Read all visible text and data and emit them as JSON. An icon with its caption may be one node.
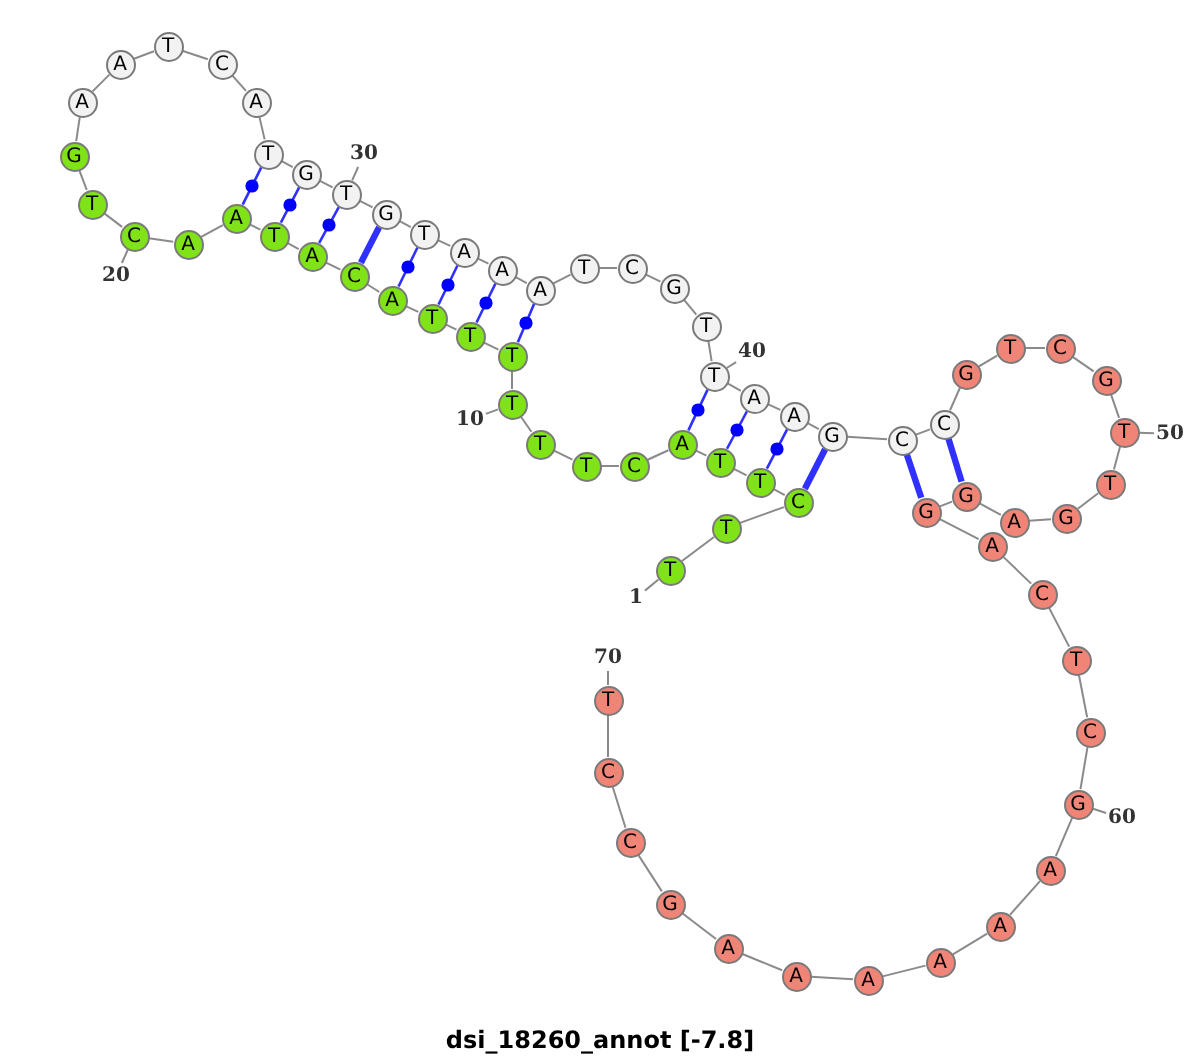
{
  "diagram": {
    "title": "dsi_18260_annot [-7.8]",
    "nodes": [
      {
        "text": [
          "T"
        ]
      },
      {
        "text": [
          "T"
        ]
      },
      {
        "text": [
          "C"
        ]
      },
      {
        "text": [
          "T"
        ]
      },
      {
        "text": [
          "T"
        ]
      },
      {
        "text": [
          "A"
        ]
      },
      {
        "text": [
          "C"
        ]
      },
      {
        "text": [
          "T"
        ]
      },
      {
        "text": [
          "T"
        ]
      },
      {
        "text": [
          "T"
        ]
      },
      {
        "text": [
          "T"
        ]
      },
      {
        "text": [
          "T"
        ]
      },
      {
        "text": [
          "T"
        ]
      },
      {
        "text": [
          "A"
        ]
      },
      {
        "text": [
          "C"
        ]
      },
      {
        "text": [
          "A"
        ]
      },
      {
        "text": [
          "T"
        ]
      },
      {
        "text": [
          "A"
        ]
      },
      {
        "text": [
          "A"
        ]
      },
      {
        "text": [
          "C"
        ]
      },
      {
        "text": [
          "T"
        ]
      },
      {
        "text": [
          "G"
        ]
      },
      {
        "text": [
          "A"
        ]
      },
      {
        "text": [
          "A"
        ]
      },
      {
        "text": [
          "T"
        ]
      },
      {
        "text": [
          "C"
        ]
      },
      {
        "text": [
          "A"
        ]
      },
      {
        "text": [
          "T"
        ]
      },
      {
        "text": [
          "G"
        ]
      },
      {
        "text": [
          "T"
        ]
      },
      {
        "text": [
          "G"
        ]
      },
      {
        "text": [
          "T"
        ]
      },
      {
        "text": [
          "A"
        ]
      },
      {
        "text": [
          "A"
        ]
      },
      {
        "text": [
          "A"
        ]
      },
      {
        "text": [
          "T"
        ]
      },
      {
        "text": [
          "C"
        ]
      },
      {
        "text": [
          "G"
        ]
      },
      {
        "text": [
          "T"
        ]
      },
      {
        "text": [
          "T"
        ]
      },
      {
        "text": [
          "A"
        ]
      },
      {
        "text": [
          "A"
        ]
      },
      {
        "text": [
          "G"
        ]
      },
      {
        "text": [
          "C"
        ]
      },
      {
        "text": [
          "C"
        ]
      },
      {
        "text": [
          "G"
        ]
      },
      {
        "text": [
          "T"
        ]
      },
      {
        "text": [
          "C"
        ]
      },
      {
        "text": [
          "G"
        ]
      },
      {
        "text": [
          "T"
        ]
      },
      {
        "text": [
          "T"
        ]
      },
      {
        "text": [
          "G"
        ]
      },
      {
        "text": [
          "A"
        ]
      },
      {
        "text": [
          "G"
        ]
      },
      {
        "text": [
          "G"
        ]
      },
      {
        "text": [
          "A"
        ]
      },
      {
        "text": [
          "C"
        ]
      },
      {
        "text": [
          "T"
        ]
      },
      {
        "text": [
          "C"
        ]
      },
      {
        "text": [
          "G"
        ]
      },
      {
        "text": [
          "A"
        ]
      },
      {
        "text": [
          "A"
        ]
      },
      {
        "text": [
          "A"
        ]
      },
      {
        "text": [
          "A"
        ]
      },
      {
        "text": [
          "A"
        ]
      },
      {
        "text": [
          "A"
        ]
      },
      {
        "text": [
          "G"
        ]
      },
      {
        "text": [
          "C"
        ]
      },
      {
        "text": [
          "C"
        ]
      },
      {
        "text": [
          "T"
        ]
      },
      {
        "text": [
          "1"
        ]
      },
      {
        "text": [
          "10"
        ]
      },
      {
        "text": [
          "20"
        ]
      },
      {
        "text": [
          "30"
        ]
      },
      {
        "text": [
          "40"
        ]
      },
      {
        "text": [
          "50"
        ]
      },
      {
        "text": [
          "60"
        ]
      },
      {
        "text": [
          "70"
        ]
      }
    ],
    "edges": [
      {
        "from": 0,
        "to": 1,
        "arrow": "none"
      },
      {
        "from": 1,
        "to": 2,
        "arrow": "none"
      },
      {
        "from": 2,
        "to": 3,
        "arrow": "none"
      },
      {
        "from": 3,
        "to": 4,
        "arrow": "none"
      },
      {
        "from": 4,
        "to": 5,
        "arrow": "none"
      },
      {
        "from": 5,
        "to": 6,
        "arrow": "none"
      },
      {
        "from": 6,
        "to": 7,
        "arrow": "none"
      },
      {
        "from": 7,
        "to": 8,
        "arrow": "none"
      },
      {
        "from": 8,
        "to": 9,
        "arrow": "none"
      },
      {
        "from": 9,
        "to": 10,
        "arrow": "none"
      },
      {
        "from": 10,
        "to": 11,
        "arrow": "none"
      },
      {
        "from": 11,
        "to": 12,
        "arrow": "none"
      },
      {
        "from": 12,
        "to": 13,
        "arrow": "none"
      },
      {
        "from": 13,
        "to": 14,
        "arrow": "none"
      },
      {
        "from": 14,
        "to": 15,
        "arrow": "none"
      },
      {
        "from": 15,
        "to": 16,
        "arrow": "none"
      },
      {
        "from": 16,
        "to": 17,
        "arrow": "none"
      },
      {
        "from": 17,
        "to": 18,
        "arrow": "none"
      },
      {
        "from": 18,
        "to": 19,
        "arrow": "none"
      },
      {
        "from": 19,
        "to": 20,
        "arrow": "none"
      },
      {
        "from": 20,
        "to": 21,
        "arrow": "none"
      },
      {
        "from": 21,
        "to": 22,
        "arrow": "none"
      },
      {
        "from": 22,
        "to": 23,
        "arrow": "none"
      },
      {
        "from": 23,
        "to": 24,
        "arrow": "none"
      },
      {
        "from": 24,
        "to": 25,
        "arrow": "none"
      },
      {
        "from": 25,
        "to": 26,
        "arrow": "none"
      },
      {
        "from": 26,
        "to": 27,
        "arrow": "none"
      },
      {
        "from": 27,
        "to": 28,
        "arrow": "none"
      },
      {
        "from": 28,
        "to": 29,
        "arrow": "none"
      },
      {
        "from": 29,
        "to": 30,
        "arrow": "none"
      },
      {
        "from": 30,
        "to": 31,
        "arrow": "none"
      },
      {
        "from": 31,
        "to": 32,
        "arrow": "none"
      },
      {
        "from": 32,
        "to": 33,
        "arrow": "none"
      },
      {
        "from": 33,
        "to": 34,
        "arrow": "none"
      },
      {
        "from": 34,
        "to": 35,
        "arrow": "none"
      },
      {
        "from": 35,
        "to": 36,
        "arrow": "none"
      },
      {
        "from": 36,
        "to": 37,
        "arrow": "none"
      },
      {
        "from": 37,
        "to": 38,
        "arrow": "none"
      },
      {
        "from": 38,
        "to": 39,
        "arrow": "none"
      },
      {
        "from": 39,
        "to": 40,
        "arrow": "none"
      },
      {
        "from": 40,
        "to": 41,
        "arrow": "none"
      },
      {
        "from": 41,
        "to": 42,
        "arrow": "none"
      },
      {
        "from": 42,
        "to": 43,
        "arrow": "none"
      },
      {
        "from": 43,
        "to": 44,
        "arrow": "none"
      },
      {
        "from": 44,
        "to": 45,
        "arrow": "none"
      },
      {
        "from": 45,
        "to": 46,
        "arrow": "none"
      },
      {
        "from": 46,
        "to": 47,
        "arrow": "none"
      },
      {
        "from": 47,
        "to": 48,
        "arrow": "none"
      },
      {
        "from": 48,
        "to": 49,
        "arrow": "none"
      },
      {
        "from": 49,
        "to": 50,
        "arrow": "none"
      },
      {
        "from": 50,
        "to": 51,
        "arrow": "none"
      },
      {
        "from": 51,
        "to": 52,
        "arrow": "none"
      },
      {
        "from": 52,
        "to": 53,
        "arrow": "none"
      },
      {
        "from": 53,
        "to": 54,
        "arrow": "none"
      },
      {
        "from": 54,
        "to": 55,
        "arrow": "none"
      },
      {
        "from": 55,
        "to": 56,
        "arrow": "none"
      },
      {
        "from": 56,
        "to": 57,
        "arrow": "none"
      },
      {
        "from": 57,
        "to": 58,
        "arrow": "none"
      },
      {
        "from": 58,
        "to": 59,
        "arrow": "none"
      },
      {
        "from": 59,
        "to": 60,
        "arrow": "none"
      },
      {
        "from": 60,
        "to": 61,
        "arrow": "none"
      },
      {
        "from": 61,
        "to": 62,
        "arrow": "none"
      },
      {
        "from": 62,
        "to": 63,
        "arrow": "none"
      },
      {
        "from": 63,
        "to": 64,
        "arrow": "none"
      },
      {
        "from": 64,
        "to": 65,
        "arrow": "none"
      },
      {
        "from": 65,
        "to": 66,
        "arrow": "none"
      },
      {
        "from": 66,
        "to": 67,
        "arrow": "none"
      },
      {
        "from": 67,
        "to": 68,
        "arrow": "none"
      },
      {
        "from": 68,
        "to": 69,
        "arrow": "none"
      },
      {
        "from": 2,
        "to": 42,
        "arrow": "none",
        "style": "thick",
        "color": "#3030ff"
      },
      {
        "from": 3,
        "to": 41,
        "arrow": "none",
        "color": "#3030ff"
      },
      {
        "from": 4,
        "to": 40,
        "arrow": "none",
        "color": "#3030ff"
      },
      {
        "from": 5,
        "to": 39,
        "arrow": "none",
        "color": "#3030ff"
      },
      {
        "from": 10,
        "to": 34,
        "arrow": "none",
        "color": "#3030ff"
      },
      {
        "from": 11,
        "to": 33,
        "arrow": "none",
        "color": "#3030ff"
      },
      {
        "from": 12,
        "to": 32,
        "arrow": "none",
        "color": "#3030ff"
      },
      {
        "from": 13,
        "to": 31,
        "arrow": "none",
        "color": "#3030ff"
      },
      {
        "from": 14,
        "to": 30,
        "arrow": "none",
        "style": "thick",
        "color": "#3030ff"
      },
      {
        "from": 15,
        "to": 29,
        "arrow": "none",
        "color": "#3030ff"
      },
      {
        "from": 16,
        "to": 28,
        "arrow": "none",
        "color": "#3030ff"
      },
      {
        "from": 17,
        "to": 27,
        "arrow": "none",
        "color": "#3030ff"
      },
      {
        "from": 43,
        "to": 54,
        "arrow": "none",
        "style": "thick",
        "color": "#3030ff"
      },
      {
        "from": 44,
        "to": 53,
        "arrow": "none",
        "style": "thick",
        "color": "#3030ff"
      },
      {
        "from": 70,
        "to": 0,
        "arrow": "none"
      },
      {
        "from": 71,
        "to": 9,
        "arrow": "none"
      },
      {
        "from": 72,
        "to": 19,
        "arrow": "none"
      },
      {
        "from": 73,
        "to": 29,
        "arrow": "none"
      },
      {
        "from": 74,
        "to": 39,
        "arrow": "none"
      },
      {
        "from": 75,
        "to": 49,
        "arrow": "none"
      },
      {
        "from": 76,
        "to": 59,
        "arrow": "none"
      },
      {
        "from": 77,
        "to": 69,
        "arrow": "none"
      }
    ]
  }
}
